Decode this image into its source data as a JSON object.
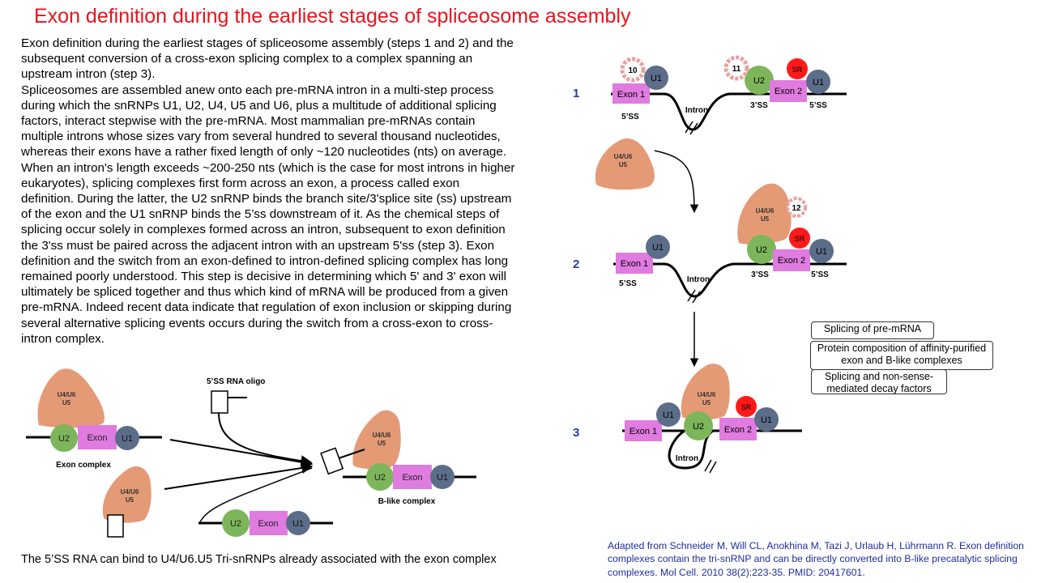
{
  "title": "Exon definition during the earliest stages of spliceosome assembly",
  "paragraphs": [
    "Exon definition during the earliest stages of spliceosome assembly (steps 1 and 2) and the subsequent conversion of a cross-exon splicing complex to a complex spanning an upstream intron (step 3).",
    "Spliceosomes are assembled anew onto each pre-mRNA intron in a multi-step process during which the snRNPs U1, U2, U4, U5 and U6, plus a multitude of additional splicing factors, interact stepwise with the pre-mRNA. Most mammalian pre-mRNAs contain multiple introns whose sizes vary from several hundred to several thousand nucleotides, whereas their exons have a rather fixed length of only ~120 nucleotides (nts) on average. When an intron's length exceeds ~200-250 nts (which is the case for most introns in higher eukaryotes), splicing complexes first form across an exon, a process called exon definition. During the latter, the U2 snRNP binds the branch site/3'splice site (ss) upstream of the exon and the U1 snRNP binds the 5’ss downstream of it. As the chemical steps of splicing occur solely in complexes formed across an intron, subsequent to exon definition the 3'ss must be paired across the adjacent intron with an upstream 5'ss (step 3). Exon definition and the switch from an exon-defined to intron-defined splicing complex has long remained poorly understood. This step is decisive in determining which 5' and 3' exon will ultimately be spliced together and thus which kind of mRNA will be produced from a given pre-mRNA. Indeed recent data indicate that regulation of exon inclusion or skipping during several alternative splicing events occurs during the switch from a cross-exon to cross-intron complex."
  ],
  "caption": "The 5’SS RNA can bind to U4/U6.U5 Tri-snRNPs already associated with the exon complex",
  "credit": "Adapted from Schneider M, Will CL, Anokhina M, Tazi J, Urlaub H, Lührmann R. Exon definition complexes contain the tri-snRNP and can be directly converted into B-like precatalytic splicing complexes. Mol Cell. 2010 38(2):223-35. PMID: 20417601.",
  "legend_boxes": [
    "Splicing of pre-mRNA",
    "Protein composition of affinity-purified exon and B-like complexes",
    "Splicing and non-sense-mediated decay factors"
  ],
  "left_diagram": {
    "oligo_label": "5’SS RNA oligo",
    "tri_label_1": "U4/U6",
    "tri_label_2": "U5",
    "u2": "U2",
    "u1": "U1",
    "exon": "Exon",
    "exon_complex_label": "Exon complex",
    "b_like_label": "B-like complex"
  },
  "right_diagram": {
    "steps": [
      "1",
      "2",
      "3"
    ],
    "exon1": "Exon 1",
    "exon2": "Exon 2",
    "intron": "Intron",
    "u1": "U1",
    "u2": "U2",
    "sr": "SR",
    "ss5": "5’SS",
    "ss3": "3’SS",
    "tri_label_1": "U4/U6",
    "tri_label_2": "U5",
    "badges": [
      "10",
      "11",
      "12"
    ]
  },
  "colors": {
    "title": "#e8141c",
    "credit": "#1f2d9e",
    "u1": "#5c6d8a",
    "u2": "#7db65a",
    "exon": "#e07be0",
    "tri": "#e59a76",
    "sr": "#ff1a1a"
  }
}
